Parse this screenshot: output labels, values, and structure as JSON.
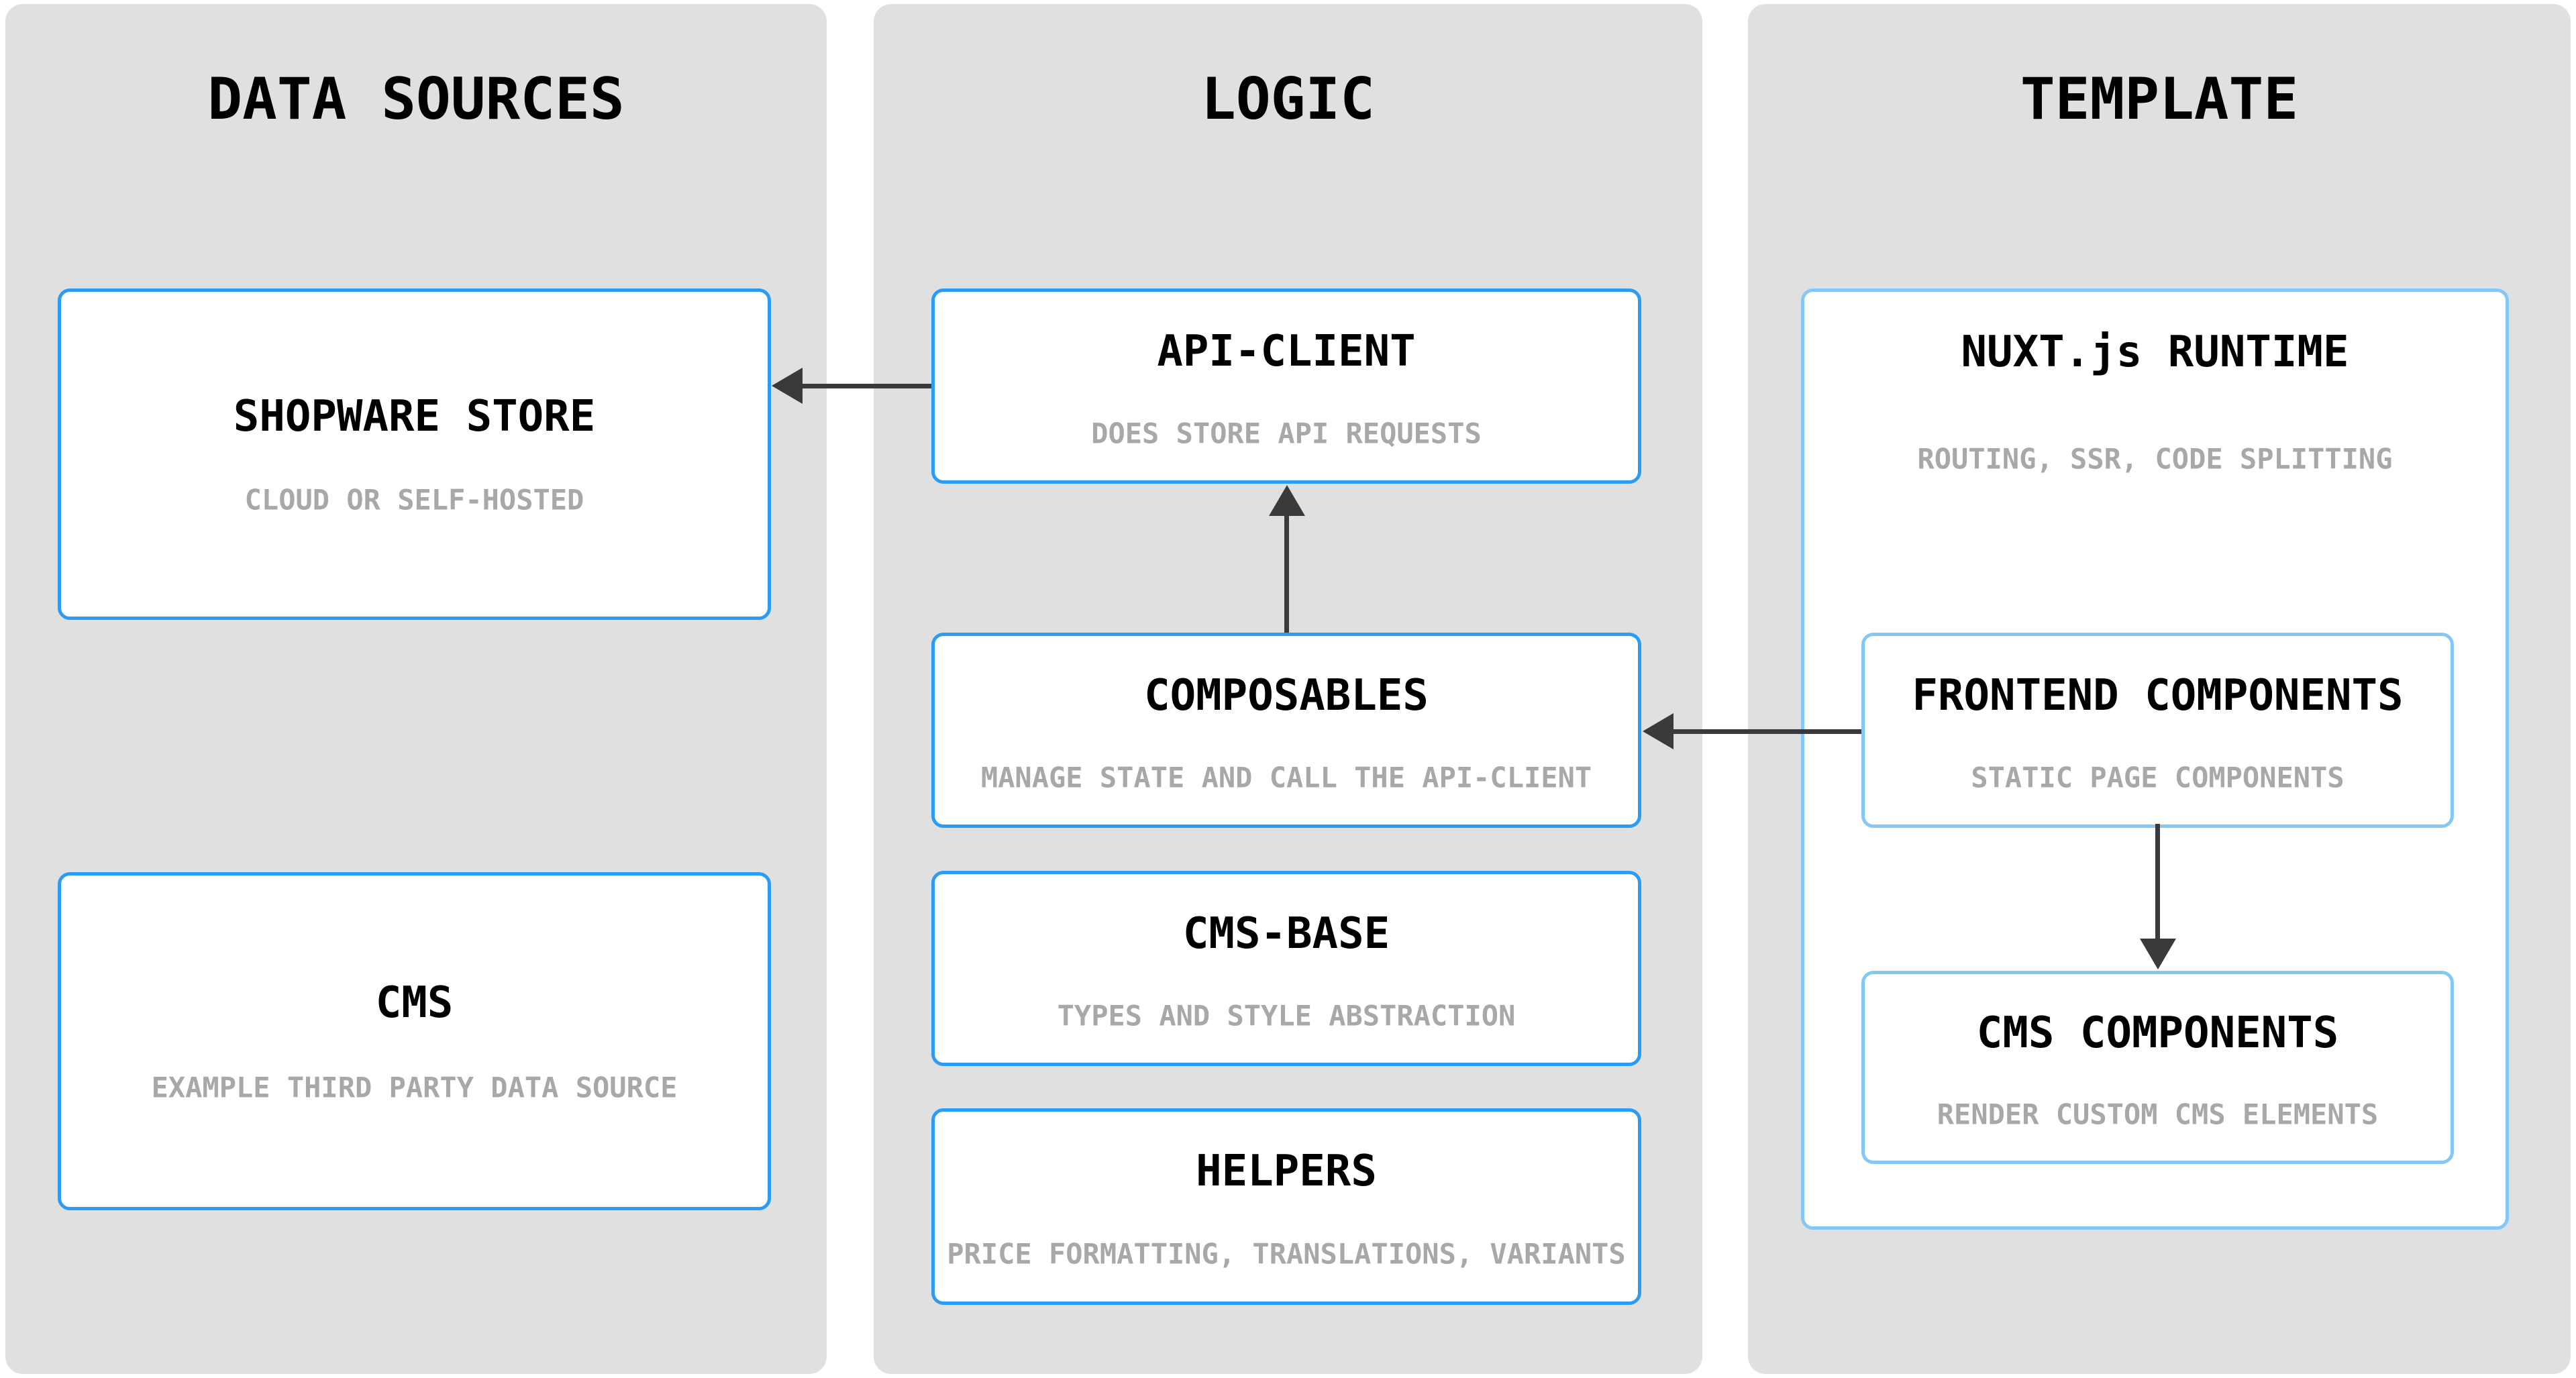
{
  "diagram": {
    "columns": [
      {
        "id": "data-sources",
        "header": "DATA SOURCES",
        "boxes": [
          {
            "id": "shopware-store",
            "title": "SHOPWARE STORE",
            "subtitle": "CLOUD OR SELF-HOSTED",
            "border": "primary-blue"
          },
          {
            "id": "cms",
            "title": "CMS",
            "subtitle": "EXAMPLE THIRD PARTY DATA SOURCE",
            "border": "primary-blue"
          }
        ]
      },
      {
        "id": "logic",
        "header": "LOGIC",
        "boxes": [
          {
            "id": "api-client",
            "title": "API-CLIENT",
            "subtitle": "DOES STORE API REQUESTS",
            "border": "primary-blue"
          },
          {
            "id": "composables",
            "title": "COMPOSABLES",
            "subtitle": "MANAGE STATE AND CALL THE API-CLIENT",
            "border": "primary-blue"
          },
          {
            "id": "cms-base",
            "title": "CMS-BASE",
            "subtitle": "TYPES AND STYLE ABSTRACTION",
            "border": "primary-blue"
          },
          {
            "id": "helpers",
            "title": "HELPERS",
            "subtitle": "PRICE FORMATTING, TRANSLATIONS, VARIANTS",
            "border": "primary-blue"
          }
        ]
      },
      {
        "id": "template",
        "header": "TEMPLATE",
        "boxes": [
          {
            "id": "nuxt-runtime",
            "title": "NUXT.js RUNTIME",
            "subtitle": "ROUTING, SSR, CODE SPLITTING",
            "border": "light-blue",
            "contains": [
              "frontend-components",
              "cms-components"
            ]
          },
          {
            "id": "frontend-components",
            "title": "FRONTEND COMPONENTS",
            "subtitle": "STATIC PAGE COMPONENTS",
            "border": "light-blue"
          },
          {
            "id": "cms-components",
            "title": "CMS COMPONENTS",
            "subtitle": "RENDER CUSTOM CMS ELEMENTS",
            "border": "light-blue"
          }
        ]
      }
    ],
    "arrows": [
      {
        "from": "api-client",
        "to": "shopware-store",
        "direction": "left"
      },
      {
        "from": "composables",
        "to": "api-client",
        "direction": "up"
      },
      {
        "from": "frontend-components",
        "to": "composables",
        "direction": "left"
      },
      {
        "from": "frontend-components",
        "to": "cms-components",
        "direction": "down"
      }
    ],
    "colors": {
      "page_background": "#ffffff",
      "column_background": "#e0e0e0",
      "box_background": "#ffffff",
      "primary_blue_border": "#2b9bf4",
      "light_blue_border": "#85c8f8",
      "title_text": "#000000",
      "subtitle_text": "#a8a8a8",
      "arrow": "#3a3a3c"
    }
  }
}
